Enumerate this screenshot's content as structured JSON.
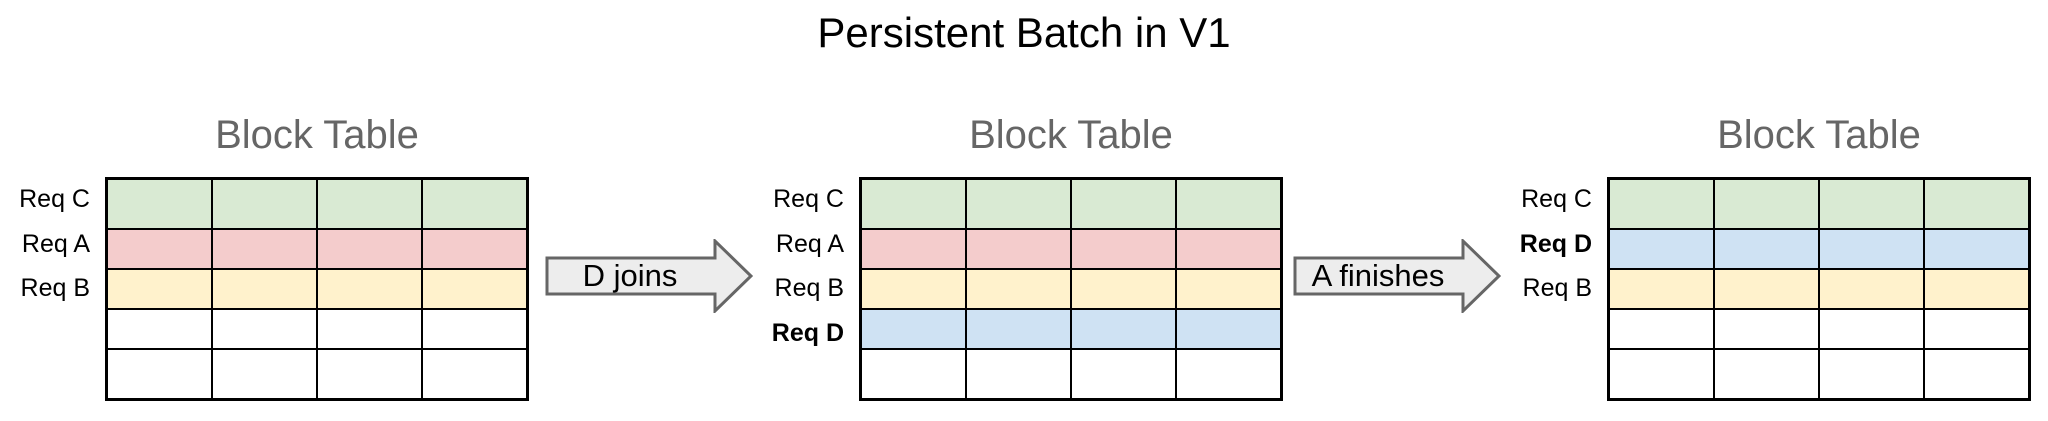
{
  "title": "Persistent Batch in V1",
  "colors": {
    "row_green": "#d9ead3",
    "row_red": "#f4cccc",
    "row_yellow": "#fff2cc",
    "row_blue": "#cfe2f3",
    "row_white": "#ffffff",
    "table_border": "#000000",
    "subtitle_gray": "#666666",
    "arrow_fill": "#ededed",
    "arrow_border": "#666666"
  },
  "tables": [
    {
      "title": "Block Table",
      "columns": 4,
      "rows": [
        {
          "label": "Req C",
          "weight": "normal",
          "fill": "#d9ead3"
        },
        {
          "label": "Req A",
          "weight": "normal",
          "fill": "#f4cccc"
        },
        {
          "label": "Req B",
          "weight": "normal",
          "fill": "#fff2cc"
        },
        {
          "label": "",
          "weight": "normal",
          "fill": "#ffffff"
        },
        {
          "label": "",
          "weight": "normal",
          "fill": "#ffffff"
        }
      ]
    },
    {
      "title": "Block Table",
      "columns": 4,
      "rows": [
        {
          "label": "Req C",
          "weight": "normal",
          "fill": "#d9ead3"
        },
        {
          "label": "Req A",
          "weight": "normal",
          "fill": "#f4cccc"
        },
        {
          "label": "Req B",
          "weight": "normal",
          "fill": "#fff2cc"
        },
        {
          "label": "Req D",
          "weight": "bold",
          "fill": "#cfe2f3"
        },
        {
          "label": "",
          "weight": "normal",
          "fill": "#ffffff"
        }
      ]
    },
    {
      "title": "Block Table",
      "columns": 4,
      "rows": [
        {
          "label": "Req C",
          "weight": "normal",
          "fill": "#d9ead3"
        },
        {
          "label": "Req D",
          "weight": "bold",
          "fill": "#cfe2f3"
        },
        {
          "label": "Req B",
          "weight": "normal",
          "fill": "#fff2cc"
        },
        {
          "label": "",
          "weight": "normal",
          "fill": "#ffffff"
        },
        {
          "label": "",
          "weight": "normal",
          "fill": "#ffffff"
        }
      ]
    }
  ],
  "arrows": [
    {
      "label": "D joins"
    },
    {
      "label": "A finishes"
    }
  ]
}
